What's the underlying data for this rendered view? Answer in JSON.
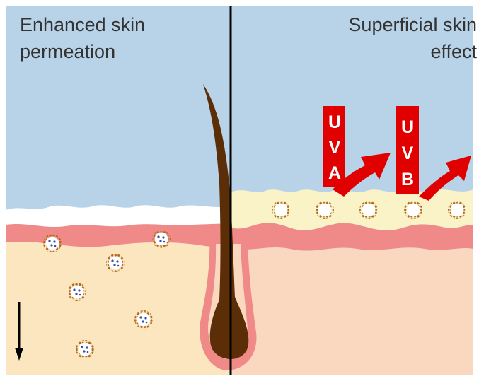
{
  "panels": {
    "left": {
      "title": "Enhanced skin\npermeation"
    },
    "right": {
      "title_line1": "Superficial skin",
      "title_line2": "effect"
    }
  },
  "uv_arrows": [
    {
      "letters": [
        "U",
        "V",
        "A"
      ]
    },
    {
      "letters": [
        "U",
        "V",
        "B"
      ]
    }
  ],
  "colors": {
    "sky": "#b8d3e8",
    "dermis": "#fbe6bf",
    "dermis_right": "#fad8bf",
    "epidermis": "#f08a89",
    "stratum_corneum_left": "#ffffff",
    "stratum_corneum_right": "#faf3c8",
    "hair": "#5c2e08",
    "uv_red": "#e00000",
    "nanoparticle_shell": "#b06a1a",
    "nanoparticle_core": "#3b4ea8",
    "divider": "#000000"
  },
  "icons": [
    "nanoparticle-icon",
    "down-arrow-icon",
    "uv-arrow-icon",
    "hair-follicle-icon"
  ]
}
